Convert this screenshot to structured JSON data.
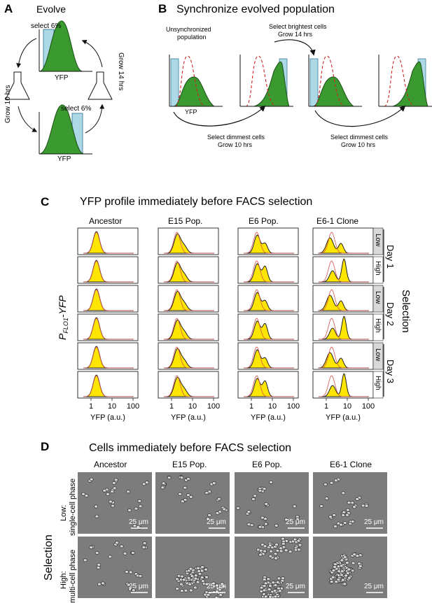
{
  "panelA": {
    "letter": "A",
    "title": "Evolve",
    "select_top": "select 6%",
    "select_bottom": "select 6%",
    "yfp_top": "YFP",
    "yfp_bottom": "YFP",
    "grow_left": "Grow 10 hrs",
    "grow_right": "Grow 14 hrs"
  },
  "panelB": {
    "letter": "B",
    "title": "Synchronize evolved population",
    "unsync_line1": "Unsynchronized",
    "unsync_line2": "population",
    "bright_line1": "Select brightest cells",
    "bright_line2": "Grow 14 hrs",
    "dim1_line1": "Select dimmest cells",
    "dim1_line2": "Grow 10 hrs",
    "dim2_line1": "Select dimmest cells",
    "dim2_line2": "Grow 10 hrs",
    "yfp": "YFP"
  },
  "panelC": {
    "letter": "C",
    "title": "YFP profile immediately before FACS selection",
    "columns": [
      "Ancestor",
      "E15 Pop.",
      "E6 Pop.",
      "E6-1 Clone"
    ],
    "row_tags": [
      "Low",
      "High",
      "Low",
      "High",
      "Low",
      "High"
    ],
    "days": [
      "Day 1",
      "Day 2",
      "Day 3"
    ],
    "selection_label": "Selection",
    "ylabel_p": "P",
    "ylabel_sub": "FLO1",
    "ylabel_rest": "-YFP",
    "tick_labels": [
      "1",
      "10",
      "100"
    ],
    "xlabel": "YFP (a.u.)",
    "colors": {
      "fill": "#ffe600",
      "outline": "#222222",
      "reference": "#d9534f"
    }
  },
  "panelD": {
    "letter": "D",
    "title": "Cells immediately before FACS selection",
    "columns": [
      "Ancestor",
      "E15 Pop.",
      "E6 Pop.",
      "E6-1 Clone"
    ],
    "selection_label": "Selection",
    "row_low_line1": "Low:",
    "row_low_line2": "single-cell phase",
    "row_high_line1": "High:",
    "row_high_line2": "multi-cell phase",
    "scale_label": "25 μm"
  }
}
